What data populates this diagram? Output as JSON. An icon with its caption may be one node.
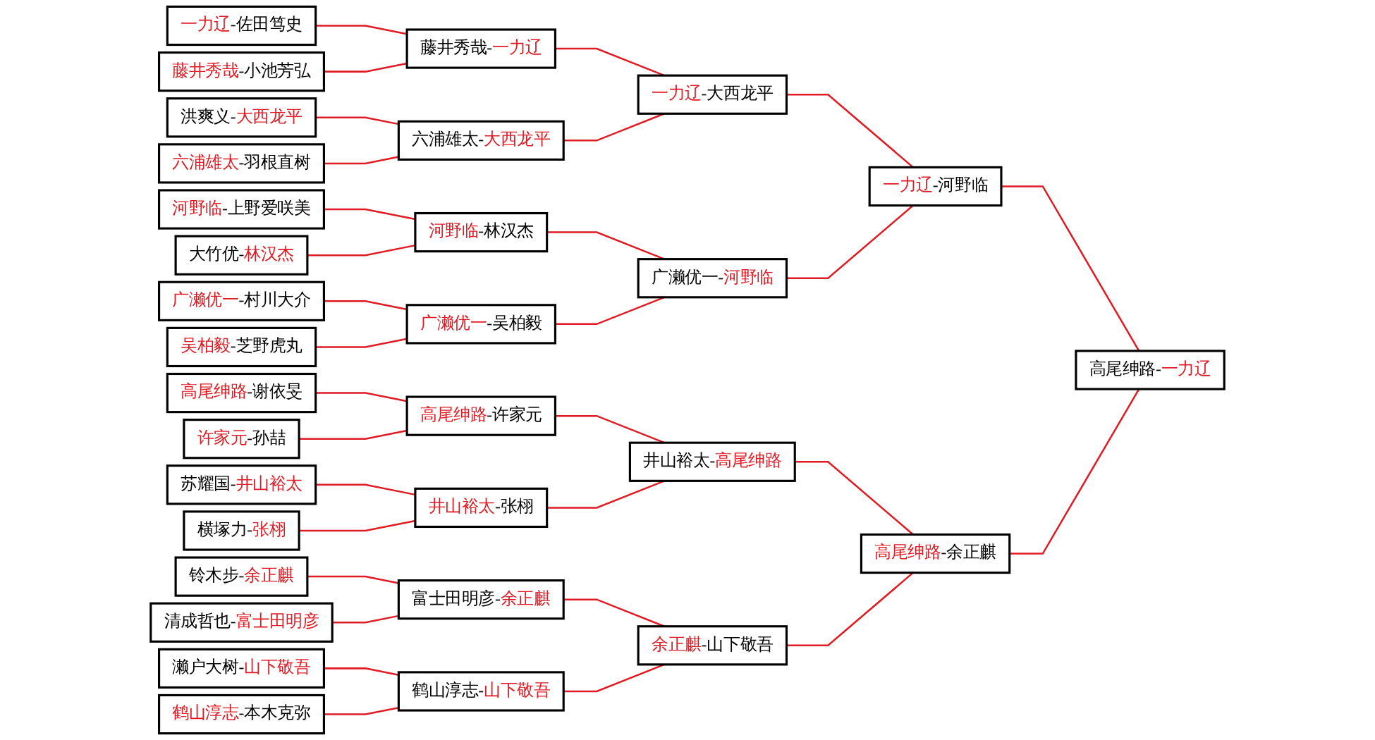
{
  "diagram": {
    "nodes": [
      {
        "text": [
          "一力辽-佐田笃史"
        ]
      },
      {
        "text": [
          "藤井秀哉-小池芳弘"
        ]
      },
      {
        "text": [
          "洪爽义-大西龙平"
        ]
      },
      {
        "text": [
          "六浦雄太-羽根直树"
        ]
      },
      {
        "text": [
          "河野临-上野爱咲美"
        ]
      },
      {
        "text": [
          "大竹优-林汉杰"
        ]
      },
      {
        "text": [
          "广濑优一-村川大介"
        ]
      },
      {
        "text": [
          "吴柏毅-芝野虎丸"
        ]
      },
      {
        "text": [
          "高尾绅路-谢依旻"
        ]
      },
      {
        "text": [
          "许家元-孙喆"
        ]
      },
      {
        "text": [
          "苏耀国-井山裕太"
        ]
      },
      {
        "text": [
          "横塚力-张栩"
        ]
      },
      {
        "text": [
          "铃木步-余正麒"
        ]
      },
      {
        "text": [
          "清成哲也-富士田明彦"
        ]
      },
      {
        "text": [
          "濑户大树-山下敬吾"
        ]
      },
      {
        "text": [
          "鹤山淳志-本木克弥"
        ]
      },
      {
        "text": [
          "藤井秀哉-一力辽"
        ]
      },
      {
        "text": [
          "六浦雄太-大西龙平"
        ]
      },
      {
        "text": [
          "河野临-林汉杰"
        ]
      },
      {
        "text": [
          "广濑优一-吴柏毅"
        ]
      },
      {
        "text": [
          "高尾绅路-许家元"
        ]
      },
      {
        "text": [
          "井山裕太-张栩"
        ]
      },
      {
        "text": [
          "富士田明彦-余正麒"
        ]
      },
      {
        "text": [
          "鹤山淳志-山下敬吾"
        ]
      },
      {
        "text": [
          "一力辽-大西龙平"
        ]
      },
      {
        "text": [
          "广濑优一-河野临"
        ]
      },
      {
        "text": [
          "井山裕太-高尾绅路"
        ]
      },
      {
        "text": [
          "余正麒-山下敬吾"
        ]
      },
      {
        "text": [
          "一力辽-河野临"
        ]
      },
      {
        "text": [
          "高尾绅路-余正麒"
        ]
      },
      {
        "text": [
          "高尾绅路-一力辽"
        ]
      }
    ],
    "edges": [
      {
        "from": 0,
        "to": 16,
        "arrow": "none"
      },
      {
        "from": 1,
        "to": 16,
        "arrow": "none"
      },
      {
        "from": 2,
        "to": 17,
        "arrow": "none"
      },
      {
        "from": 3,
        "to": 17,
        "arrow": "none"
      },
      {
        "from": 4,
        "to": 18,
        "arrow": "none"
      },
      {
        "from": 5,
        "to": 18,
        "arrow": "none"
      },
      {
        "from": 6,
        "to": 19,
        "arrow": "none"
      },
      {
        "from": 7,
        "to": 19,
        "arrow": "none"
      },
      {
        "from": 8,
        "to": 20,
        "arrow": "none"
      },
      {
        "from": 9,
        "to": 20,
        "arrow": "none"
      },
      {
        "from": 10,
        "to": 21,
        "arrow": "none"
      },
      {
        "from": 11,
        "to": 21,
        "arrow": "none"
      },
      {
        "from": 12,
        "to": 22,
        "arrow": "none"
      },
      {
        "from": 13,
        "to": 22,
        "arrow": "none"
      },
      {
        "from": 14,
        "to": 23,
        "arrow": "none"
      },
      {
        "from": 15,
        "to": 23,
        "arrow": "none"
      },
      {
        "from": 16,
        "to": 24,
        "arrow": "none"
      },
      {
        "from": 17,
        "to": 24,
        "arrow": "none"
      },
      {
        "from": 18,
        "to": 25,
        "arrow": "none"
      },
      {
        "from": 19,
        "to": 25,
        "arrow": "none"
      },
      {
        "from": 20,
        "to": 26,
        "arrow": "none"
      },
      {
        "from": 21,
        "to": 26,
        "arrow": "none"
      },
      {
        "from": 22,
        "to": 27,
        "arrow": "none"
      },
      {
        "from": 23,
        "to": 27,
        "arrow": "none"
      },
      {
        "from": 24,
        "to": 28,
        "arrow": "none"
      },
      {
        "from": 25,
        "to": 28,
        "arrow": "none"
      },
      {
        "from": 26,
        "to": 29,
        "arrow": "none"
      },
      {
        "from": 27,
        "to": 29,
        "arrow": "none"
      },
      {
        "from": 28,
        "to": 30,
        "arrow": "none"
      },
      {
        "from": 29,
        "to": 30,
        "arrow": "none"
      }
    ]
  }
}
